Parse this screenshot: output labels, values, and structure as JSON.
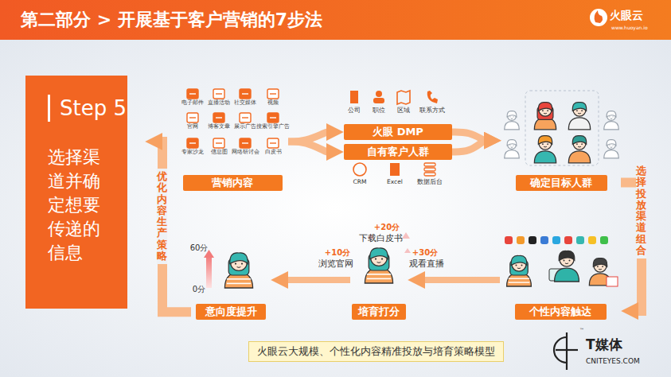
{
  "diagram": {
    "title": "第二部分 > 开展基于客户营销的7步法",
    "caption": "火眼云大规模、个性化内容精准投放与培育策略模型",
    "nodes": [
      {
        "text": [
          "Step 5",
          "选择渠道并确定想要传递的信息"
        ]
      },
      {
        "text": [
          "营销内容"
        ]
      },
      {
        "text": [
          "火眼 DMP"
        ]
      },
      {
        "text": [
          "自有客户人群"
        ]
      },
      {
        "text": [
          "确定目标人群"
        ]
      },
      {
        "text": [
          "个性内容触达"
        ]
      },
      {
        "text": [
          "培育打分"
        ]
      },
      {
        "text": [
          "意向度提升"
        ]
      }
    ],
    "edges": [
      {
        "from": 1,
        "to": 2,
        "arrow": "to"
      },
      {
        "from": 1,
        "to": 3,
        "arrow": "to"
      },
      {
        "from": 2,
        "to": 4,
        "arrow": "to"
      },
      {
        "from": 3,
        "to": 4,
        "arrow": "to"
      },
      {
        "from": 4,
        "to": 5,
        "label": "选择投放渠道组合",
        "arrow": "to"
      },
      {
        "from": 5,
        "to": 6,
        "arrow": "to"
      },
      {
        "from": 6,
        "to": 7,
        "arrow": "to"
      },
      {
        "from": 7,
        "to": 1,
        "label": "优化内容生产策略",
        "arrow": "to"
      }
    ],
    "labels": [
      "火眼云",
      "www.huoyan.io",
      "电子邮件",
      "直播活动",
      "社交媒体",
      "视频",
      "官网",
      "博客文章",
      "展示广告",
      "搜索引擎广告",
      "专家沙龙",
      "信息图",
      "网络研讨会",
      "白皮书",
      "公司",
      "职位",
      "区域",
      "联系方式",
      "CRM",
      "Excel",
      "数据后台",
      "+20分",
      "下载白皮书",
      "+30分",
      "观看直播",
      "+10分",
      "浏览官网",
      "60分",
      "0分",
      "T媒体",
      "™",
      "CNITEYES.COM"
    ]
  }
}
